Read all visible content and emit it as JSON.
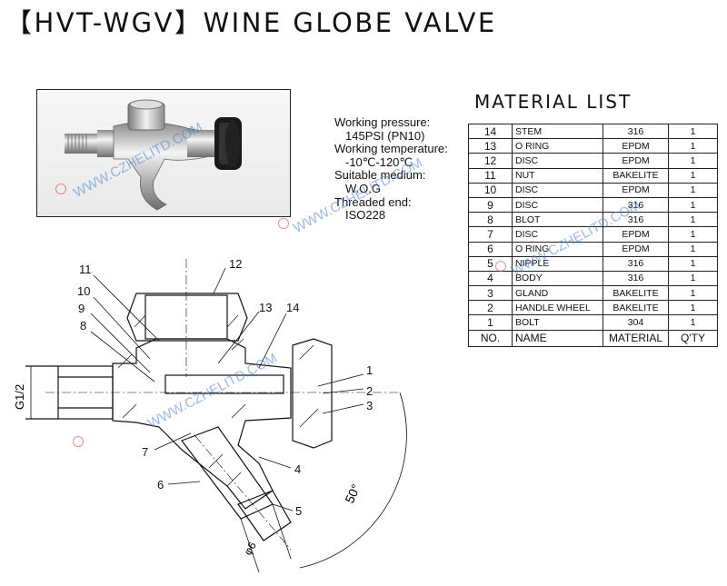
{
  "title": "【HVT-WGV】WINE GLOBE VALVE",
  "specs": {
    "pressure_label": "Working pressure:",
    "pressure_value": "145PSI (PN10)",
    "temp_label": "Working temperature:",
    "temp_value": "-10℃-120℃",
    "medium_label": "Suitable medium:",
    "medium_value": "W.O.G",
    "thread_label": "Threaded end:",
    "thread_value": "ISO228"
  },
  "material_list_title": "MATERIAL LIST",
  "material_rows": [
    {
      "no": "14",
      "name": "STEM",
      "material": "316",
      "qty": "1"
    },
    {
      "no": "13",
      "name": "O RING",
      "material": "EPDM",
      "qty": "1"
    },
    {
      "no": "12",
      "name": "DISC",
      "material": "EPDM",
      "qty": "1"
    },
    {
      "no": "11",
      "name": "NUT",
      "material": "BAKELITE",
      "qty": "1"
    },
    {
      "no": "10",
      "name": "DISC",
      "material": "EPDM",
      "qty": "1"
    },
    {
      "no": "9",
      "name": "DISC",
      "material": "316",
      "qty": "1"
    },
    {
      "no": "8",
      "name": "BLOT",
      "material": "316",
      "qty": "1"
    },
    {
      "no": "7",
      "name": "DISC",
      "material": "EPDM",
      "qty": "1"
    },
    {
      "no": "6",
      "name": "O RING",
      "material": "EPDM",
      "qty": "1"
    },
    {
      "no": "5",
      "name": "NIPPLE",
      "material": "316",
      "qty": "1"
    },
    {
      "no": "4",
      "name": "BODY",
      "material": "316",
      "qty": "1"
    },
    {
      "no": "3",
      "name": "GLAND",
      "material": "BAKELITE",
      "qty": "1"
    },
    {
      "no": "2",
      "name": "HANDLE WHEEL",
      "material": "BAKELITE",
      "qty": "1"
    },
    {
      "no": "1",
      "name": "BOLT",
      "material": "304",
      "qty": "1"
    }
  ],
  "material_header": {
    "no": "NO.",
    "name": "NAME",
    "material": "MATERIAL",
    "qty": "Q'TY"
  },
  "drawing": {
    "thread_label": "G1/2",
    "angle_label": "50°",
    "diameter_label": "φ6",
    "callouts": [
      "1",
      "2",
      "3",
      "4",
      "5",
      "6",
      "7",
      "8",
      "9",
      "10",
      "11",
      "12",
      "13",
      "14"
    ]
  },
  "watermark": "WWW.CZHELITD.COM"
}
